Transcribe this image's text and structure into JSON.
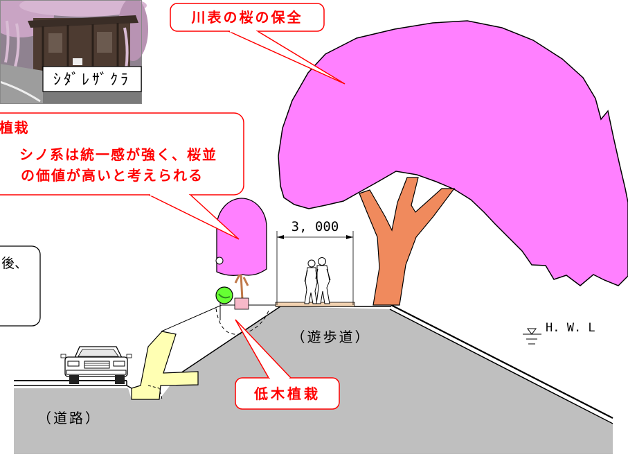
{
  "photo": {
    "caption": "ｼﾀﾞﾚｻﾞｸﾗ"
  },
  "callouts": {
    "riverside_cherry": "川表の桜の保全",
    "tree_planting": {
      "line1": "植栽",
      "line2": "シノ系は統一感が強く、桜並",
      "line3": "の価値が高いと考えられる"
    },
    "side_note": "後、",
    "shrub_planting": "低木植栽"
  },
  "dimension": {
    "walkway_width": "3, 000"
  },
  "labels": {
    "walkway": "（遊歩道）",
    "road": "（道路）",
    "high_water_level": "H. W. L"
  },
  "colors": {
    "canopy": "#FF80FF",
    "trunk": "#F08A5D",
    "small_tree": "#FF80FF",
    "small_tree_trunk": "#C07848",
    "shrub": "#66FF33",
    "ground": "#BFBFBF",
    "retaining_wall": "#FFFFB3",
    "walkway": "#F2D2B0",
    "callout_text": "#FF0000",
    "callout_border": "#FF0000"
  }
}
